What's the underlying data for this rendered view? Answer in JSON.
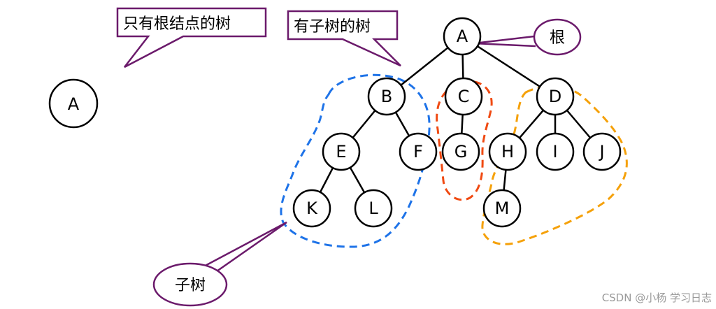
{
  "colors": {
    "node_stroke": "#000000",
    "edge": "#000000",
    "callout_stroke": "#6b1a6b",
    "subtree_blue": "#1e73e8",
    "subtree_red": "#f04a12",
    "subtree_orange": "#f5a10a"
  },
  "callouts": {
    "root_only_tree": "只有根结点的树",
    "tree_with_subtrees": "有子树的树",
    "root": "根",
    "subtree": "子树"
  },
  "single_node": {
    "label": "A"
  },
  "nodes": {
    "A": "A",
    "B": "B",
    "C": "C",
    "D": "D",
    "E": "E",
    "F": "F",
    "G": "G",
    "H": "H",
    "I": "I",
    "J": "J",
    "K": "K",
    "L": "L",
    "M": "M"
  },
  "edges": [
    [
      "A",
      "B"
    ],
    [
      "A",
      "C"
    ],
    [
      "A",
      "D"
    ],
    [
      "B",
      "E"
    ],
    [
      "B",
      "F"
    ],
    [
      "C",
      "G"
    ],
    [
      "D",
      "H"
    ],
    [
      "D",
      "I"
    ],
    [
      "D",
      "J"
    ],
    [
      "E",
      "K"
    ],
    [
      "E",
      "L"
    ],
    [
      "H",
      "M"
    ]
  ],
  "watermark": "CSDN @小杨 学习日志"
}
